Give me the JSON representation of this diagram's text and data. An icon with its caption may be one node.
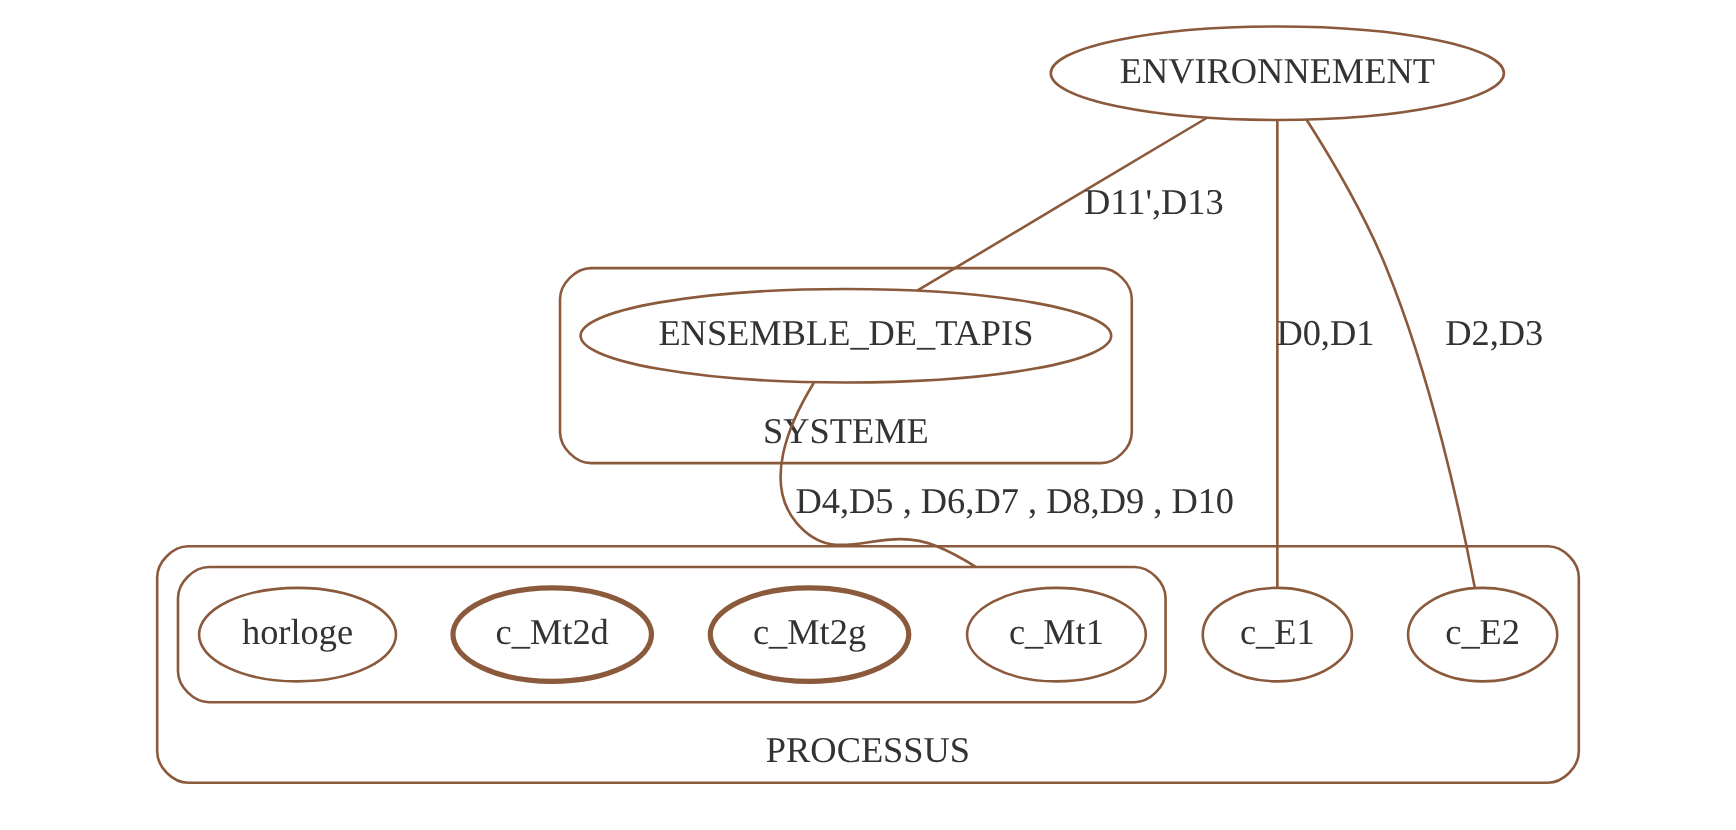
{
  "diagram": {
    "nodes": [
      {
        "text": [
          "ENVIRONNEMENT"
        ]
      },
      {
        "text": [
          "SYSTEME"
        ]
      },
      {
        "text": [
          "ENSEMBLE_DE_TAPIS"
        ],
        "in": 1
      },
      {
        "text": [
          "PROCESSUS"
        ]
      },
      {
        "text": [
          "c_E1"
        ],
        "in": 3
      },
      {
        "text": [
          "c_E2"
        ],
        "in": 3
      },
      {
        "text": [],
        "shape": "ellipse",
        "in": 3
      },
      {
        "text": [
          "c_Mt1"
        ],
        "in": 6
      },
      {
        "text": [
          "c_Mt2g"
        ],
        "in": 6
      },
      {
        "text": [
          "c_Mt2d"
        ],
        "in": 6
      },
      {
        "text": [
          "horloge"
        ],
        "in": 6
      }
    ],
    "edges": [
      {
        "from": 0,
        "to": 4,
        "arrow": "none",
        "label": "D0,D1"
      },
      {
        "from": 0,
        "to": 5,
        "arrow": "none",
        "label": "D2,D3"
      },
      {
        "from": 0,
        "to": 2,
        "arrow": "none",
        "label": "D11',D13"
      },
      {
        "from": 2,
        "to": 6,
        "arrow": "none",
        "label": "D4,D5 , D6,D7 , D8,D9 , D10"
      }
    ]
  }
}
